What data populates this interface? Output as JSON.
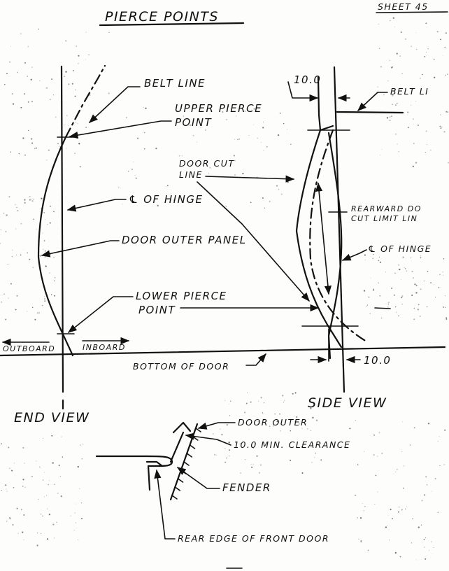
{
  "sheet": {
    "title": "PIERCE POINTS",
    "sheet_number": "SHEET 45"
  },
  "end_view": {
    "caption": "END VIEW",
    "labels": {
      "belt_line": "BELT LINE",
      "upper_pierce_1": "UPPER PIERCE",
      "upper_pierce_2": "POINT",
      "hinge_cl": "℄ OF HINGE",
      "door_outer_panel": "DOOR OUTER PANEL",
      "lower_pierce_1": "LOWER PIERCE",
      "lower_pierce_2": "POINT",
      "outboard": "OUTBOARD",
      "inboard": "INBOARD",
      "bottom_of_door": "BOTTOM OF DOOR"
    }
  },
  "side_view": {
    "caption": "SIDE VIEW",
    "labels": {
      "dim_top": "10.0",
      "belt_line": "BELT LI",
      "door_cut_line_1": "DOOR CUT",
      "door_cut_line_2": "LINE",
      "rearward_1": "REARWARD DO",
      "rearward_2": "CUT LIMIT LIN",
      "hinge_cl": "℄ OF HINGE",
      "dim_bottom": "10.0"
    }
  },
  "detail": {
    "labels": {
      "door_outer": "DOOR OUTER",
      "clearance": "10.0 MIN. CLEARANCE",
      "fender": "FENDER",
      "rear_edge": "REAR EDGE OF FRONT DOOR"
    }
  }
}
